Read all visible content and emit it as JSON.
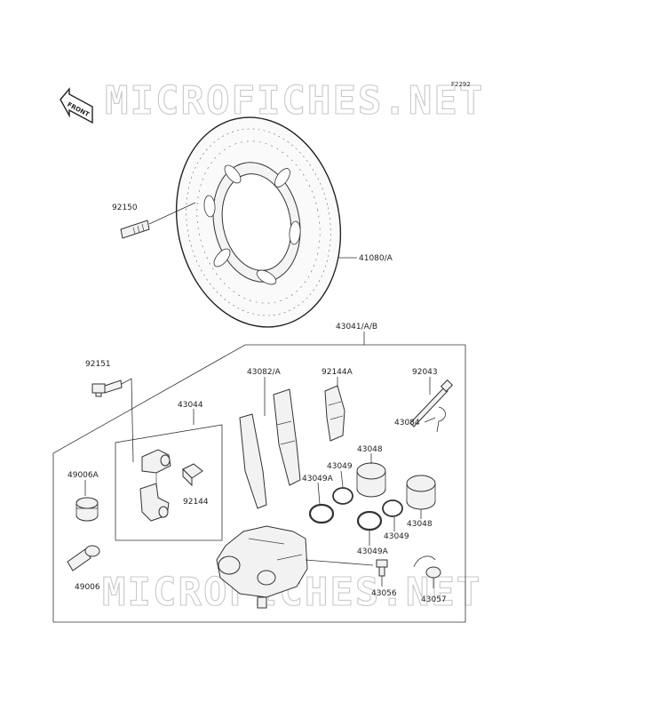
{
  "diagram": {
    "code": "F2292",
    "watermark_top": "MICROFICHES.NET",
    "watermark_bottom": "MICROFICHES.NET",
    "front_label": "FRONT",
    "labels": {
      "p92150": "92150",
      "p41080": "41080/A",
      "p43041": "43041/A/B",
      "p92151": "92151",
      "p43082": "43082/A",
      "p92144A": "92144A",
      "p92043": "92043",
      "p43044": "43044",
      "p43084": "43084",
      "p43048a": "43048",
      "p43049a": "43049",
      "p49006A": "49006A",
      "p43049Aa": "43049A",
      "p92144": "92144",
      "p43048b": "43048",
      "p43049b": "43049",
      "p43049Ab": "43049A",
      "p49006": "49006",
      "p43056": "43056",
      "p43057": "43057"
    }
  }
}
